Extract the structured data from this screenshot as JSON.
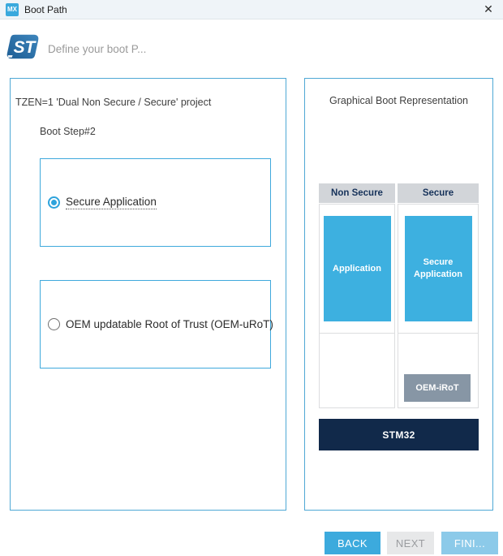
{
  "window": {
    "title": "Boot Path",
    "app_badge": "MX",
    "close_glyph": "✕"
  },
  "header": {
    "logo_text": "ST",
    "subtitle": "Define your boot P..."
  },
  "left_panel": {
    "title": "TZEN=1 'Dual Non Secure / Secure' project",
    "step_label": "Boot Step#2",
    "options": [
      {
        "label": "Secure Application",
        "selected": true
      },
      {
        "label": "OEM updatable Root of Trust (OEM-uRoT)",
        "selected": false
      }
    ]
  },
  "right_panel": {
    "title": "Graphical Boot Representation",
    "columns": [
      "Non Secure",
      "Secure"
    ],
    "blocks": {
      "application": "Application",
      "secure_application": "Secure Application",
      "oem_irot": "OEM-iRoT"
    },
    "chip_label": "STM32"
  },
  "footer": {
    "back": "BACK",
    "next": "NEXT",
    "finish": "FINI..."
  },
  "colors": {
    "accent_blue": "#3caadd",
    "panel_border": "#4fa8d5",
    "block_blue": "#3db0e0",
    "header_gray": "#d2d5d9",
    "header_text_navy": "#16325a",
    "oem_gray": "#8796a5",
    "chip_navy": "#11294a",
    "finish_disabled_blue": "#8ccae9",
    "next_disabled_gray": "#e7e8e9"
  }
}
